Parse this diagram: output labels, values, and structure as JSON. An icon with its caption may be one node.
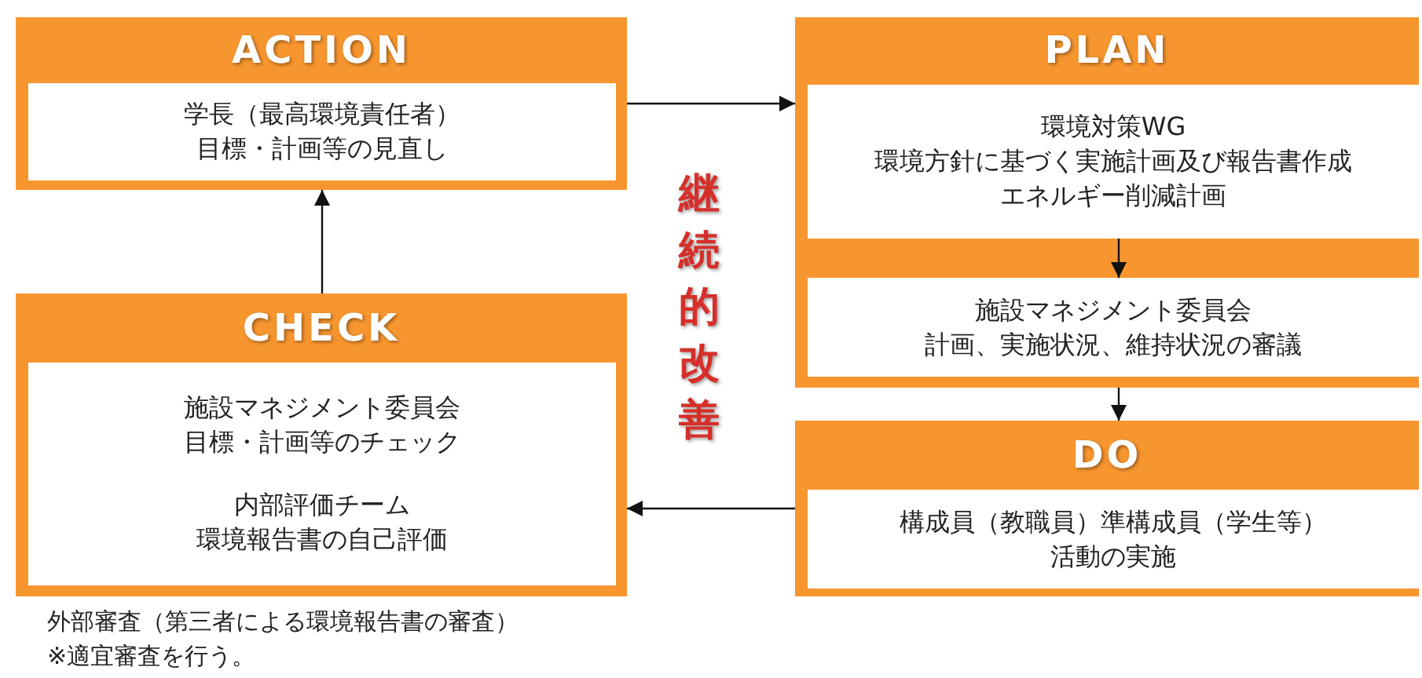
{
  "diagram": {
    "nodes": [
      {
        "text": [
          "ACTION"
        ]
      },
      {
        "text": [
          "学長（最高環境責任者）",
          "目標・計画等の見直し"
        ],
        "in": 0
      },
      {
        "text": [
          "PLAN"
        ]
      },
      {
        "text": [
          "環境対策WG",
          "環境方針に基づく実施計画及び報告書作成",
          "エネルギー削減計画"
        ],
        "in": 2
      },
      {
        "text": [
          "施設マネジメント委員会",
          "計画、実施状況、維持状況の審議"
        ],
        "in": 2
      },
      {
        "text": [
          "DO"
        ]
      },
      {
        "text": [
          "構成員（教職員）準構成員（学生等）",
          "活動の実施"
        ],
        "in": 5
      },
      {
        "text": [
          "CHECK"
        ]
      },
      {
        "text": [
          "施設マネジメント委員会",
          "目標・計画等のチェック",
          "内部評価チーム",
          "環境報告書の自己評価"
        ],
        "in": 7
      }
    ],
    "edges": [
      {
        "from": 0,
        "to": 2,
        "arrow": "to"
      },
      {
        "from": 3,
        "to": 4,
        "arrow": "to"
      },
      {
        "from": 2,
        "to": 5,
        "arrow": "to"
      },
      {
        "from": 5,
        "to": 7,
        "arrow": "to"
      },
      {
        "from": 7,
        "to": 0,
        "arrow": "to"
      }
    ],
    "labels": [
      "継続的改善",
      "外部審査（第三者による環境報告書の審査）",
      "※適宜審査を行う。"
    ]
  }
}
